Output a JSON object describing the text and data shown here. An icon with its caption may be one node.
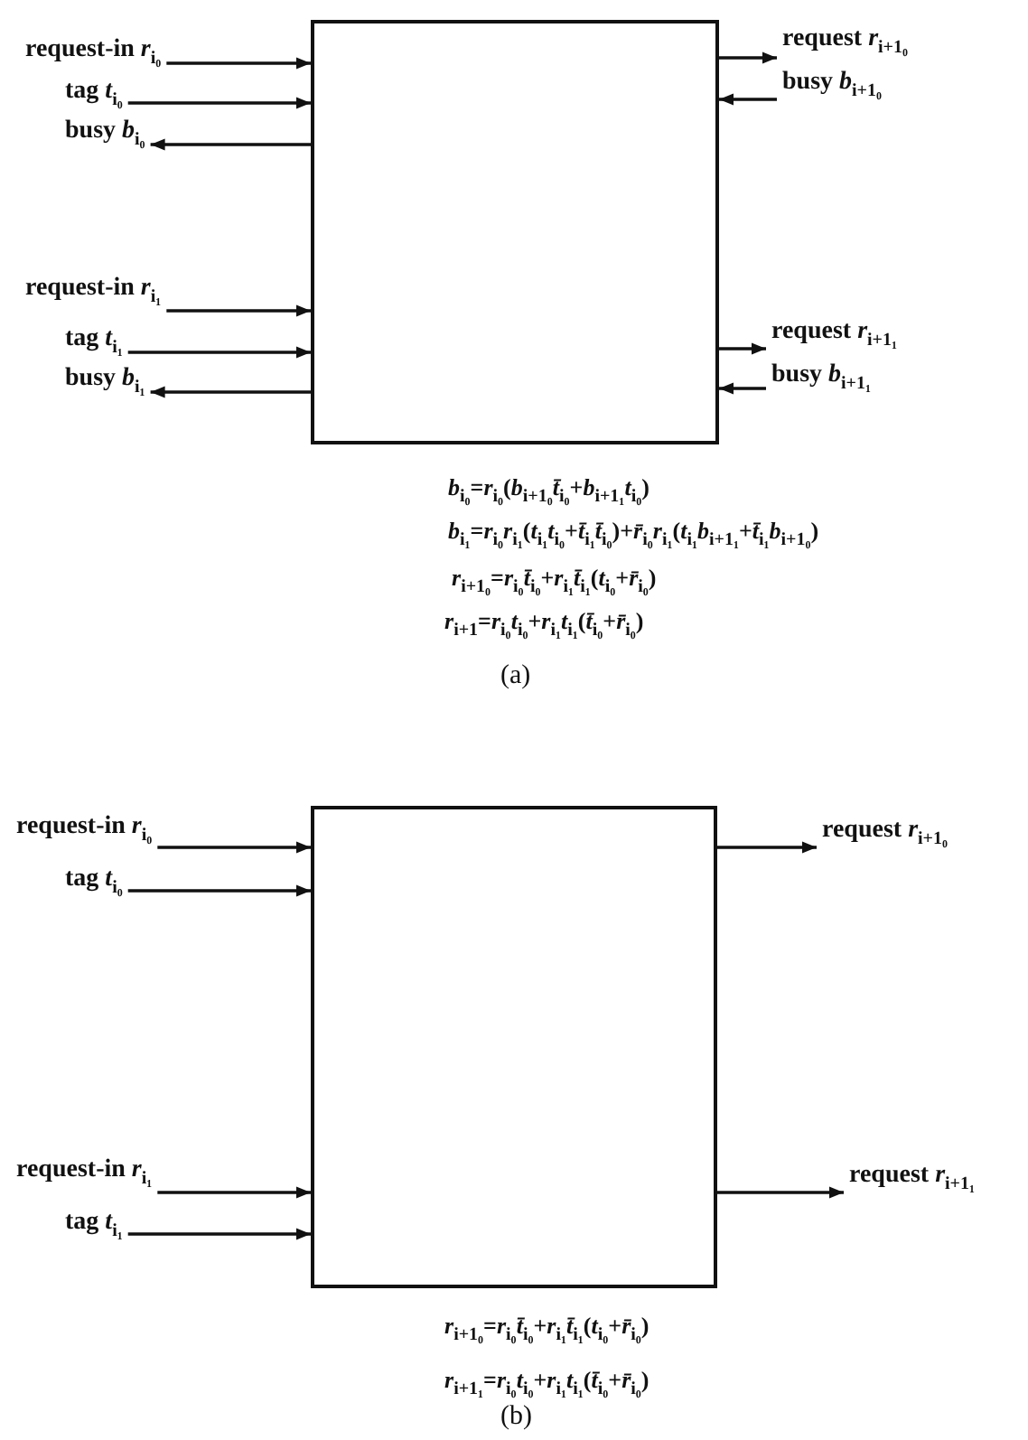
{
  "diagram": {
    "nodes": [
      {
        "text": [],
        "shape": "box"
      },
      {
        "text": [
          "request-in *r*$_{i₀}$"
        ]
      },
      {
        "text": [
          "request *r*$_{i+1₀}$"
        ]
      },
      {
        "text": [
          "tag *t*$_{i₀}$"
        ]
      },
      {
        "text": [
          "busy *b*$_{i+1₀}$"
        ]
      },
      {
        "text": [
          "busy *b*$_{i₀}$"
        ]
      },
      {
        "text": [
          "request-in *r*$_{i₁}$"
        ]
      },
      {
        "text": [
          "tag *t*$_{i₁}$"
        ]
      },
      {
        "text": [
          "request *r*$_{i+1₁}$"
        ]
      },
      {
        "text": [
          "busy *b*$_{i₁}$"
        ]
      },
      {
        "text": [
          "busy *b*$_{i+1₁}$"
        ]
      },
      {
        "text": [],
        "shape": "box"
      },
      {
        "text": [
          "request-in *r*$_{i₀}$"
        ]
      },
      {
        "text": [
          "request *r*$_{i+1₀}$"
        ]
      },
      {
        "text": [
          "tag *t*$_{i₀}$"
        ]
      },
      {
        "text": [
          "request-in *r*$_{i₁}$"
        ]
      },
      {
        "text": [
          "request *r*$_{i+1₁}$"
        ]
      },
      {
        "text": [
          "tag *t*$_{i₁}$"
        ]
      }
    ],
    "edges": [
      {
        "from": 1,
        "to": 0,
        "arrow": "to"
      },
      {
        "from": 3,
        "to": 0,
        "arrow": "to"
      },
      {
        "from": 0,
        "to": 5,
        "arrow": "to"
      },
      {
        "from": 0,
        "to": 2,
        "arrow": "to"
      },
      {
        "from": 4,
        "to": 0,
        "arrow": "to"
      },
      {
        "from": 6,
        "to": 0,
        "arrow": "to"
      },
      {
        "from": 7,
        "to": 0,
        "arrow": "to"
      },
      {
        "from": 0,
        "to": 9,
        "arrow": "to"
      },
      {
        "from": 0,
        "to": 8,
        "arrow": "to"
      },
      {
        "from": 10,
        "to": 0,
        "arrow": "to"
      },
      {
        "from": 12,
        "to": 11,
        "arrow": "to"
      },
      {
        "from": 14,
        "to": 11,
        "arrow": "to"
      },
      {
        "from": 11,
        "to": 13,
        "arrow": "to"
      },
      {
        "from": 15,
        "to": 11,
        "arrow": "to"
      },
      {
        "from": 17,
        "to": 11,
        "arrow": "to"
      },
      {
        "from": 11,
        "to": 16,
        "arrow": "to"
      }
    ],
    "labels": [
      "*b*$_{i₀}$=*r*$_{i₀}$(*b*$_{i+1₀}$*t̄*$_{i₀}$+*b*$_{i+1₁}$*t*$_{i₀}$)",
      "*b*$_{i₁}$=*r*$_{i₀}$*r*$_{i₁}$(*t*$_{i₁}$*t*$_{i₀}$+*t̄*$_{i₁}$*t̄*$_{i₀}$)+*r̄*$_{i₀}$*r*$_{i₁}$(*t*$_{i₁}$*b*$_{i+1₁}$+*t̄*$_{i₁}$*b*$_{i+1₀}$)",
      "*r*$_{i+1₀}$=*r*$_{i₀}$*t̄*$_{i₀}$+*r*$_{i₁}$*t̄*$_{i₁}$(*t*$_{i₀}$+*r̄*$_{i₀}$)",
      "*r*$_{i+1}$=*r*$_{i₀}$*t*$_{i₀}$+*r*$_{i₁}$*t*$_{i₁}$(*t̄*$_{i₀}$+*r̄*$_{i₀}$)",
      "(a)",
      "*r*$_{i+1₀}$=*r*$_{i₀}$*t̄*$_{i₀}$+*r*$_{i₁}$*t̄*$_{i₁}$(*t*$_{i₀}$+*r̄*$_{i₀}$)",
      "*r*$_{i+1₁}$=*r*$_{i₀}$*t*$_{i₀}$+*r*$_{i₁}$*t*$_{i₁}$(*t̄*$_{i₀}$+*r̄*$_{i₀}$)",
      "(b)"
    ]
  }
}
